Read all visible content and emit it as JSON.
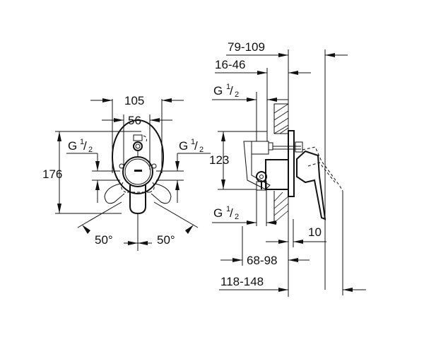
{
  "front_view": {
    "width_outer": "105",
    "width_inner": "56",
    "height_total": "176",
    "thread_left": {
      "base": "G",
      "num": "1",
      "den": "2"
    },
    "thread_right": {
      "base": "G",
      "num": "1",
      "den": "2"
    },
    "angle_left": "50°",
    "angle_right": "50°"
  },
  "side_view": {
    "depth_handle": "79-109",
    "depth_pipe": "16-46",
    "thread_top": {
      "base": "G",
      "num": "1",
      "den": "2"
    },
    "height_outlets": "123",
    "thread_bottom": {
      "base": "G",
      "num": "1",
      "den": "2"
    },
    "plate_thickness": "10",
    "body_depth": "68-98",
    "total_depth": "118-148"
  },
  "colors": {
    "line": "#111111",
    "background": "#ffffff"
  }
}
